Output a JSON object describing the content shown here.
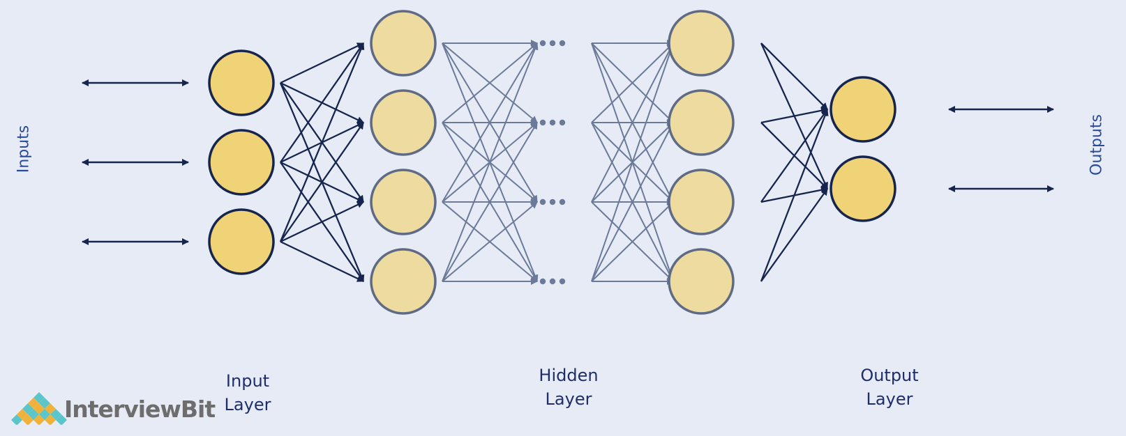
{
  "labels": {
    "inputs": "Inputs",
    "outputs": "Outputs",
    "input_layer": [
      "Input",
      "Layer"
    ],
    "hidden_layer": [
      "Hidden",
      "Layer"
    ],
    "output_layer": [
      "Output",
      "Layer"
    ]
  },
  "logo": {
    "text": "InterviewBit"
  },
  "colors": {
    "background": "#e6ebf5",
    "dark_edge": "#16254d",
    "hidden_edge": "#6b7a99",
    "input_output_fill": "#f0d277",
    "hidden_fill": "#eddba0",
    "input_output_stroke": "#16254d",
    "hidden_stroke": "#5f6b85",
    "text": "#1f2d6b"
  },
  "layers": {
    "input_nodes": 3,
    "hidden_first_nodes": 4,
    "hidden_last_nodes": 4,
    "output_nodes": 2
  }
}
